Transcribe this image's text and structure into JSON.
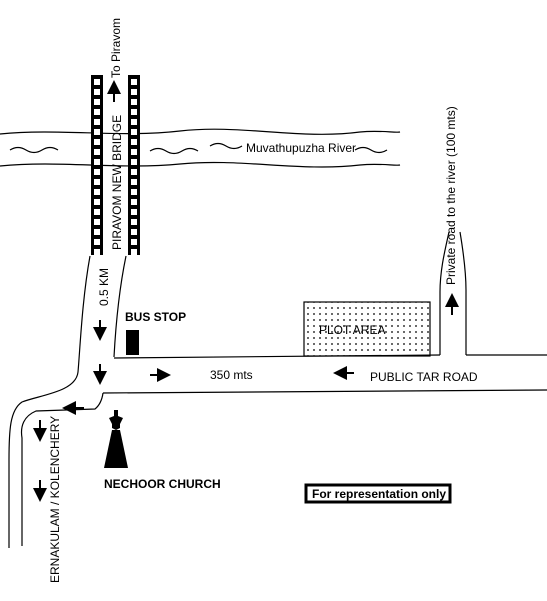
{
  "map": {
    "river_label": "Muvathupuzha River",
    "bridge_label": "PIRAVOM NEW BRIDGE",
    "to_piravom_label": "To Piravom",
    "distance_bridge_label": "0.5 KM",
    "bus_stop_label": "BUS STOP",
    "plot_label": "PLOT AREA",
    "distance_road_label": "350 mts",
    "road_label": "PUBLIC TAR ROAD",
    "private_road_label": "Private road to the river (100 mts)",
    "church_label": "NECHOOR CHURCH",
    "ernakulam_label": "ERNAKULAM / KOLENCHERY",
    "disclaimer_label": "For representation only"
  },
  "colors": {
    "ink": "#000000",
    "background": "#ffffff"
  },
  "icons": {
    "bus_stop": "filled-rectangle",
    "church": "church-spire-icon",
    "arrows": "arrow-icon"
  }
}
